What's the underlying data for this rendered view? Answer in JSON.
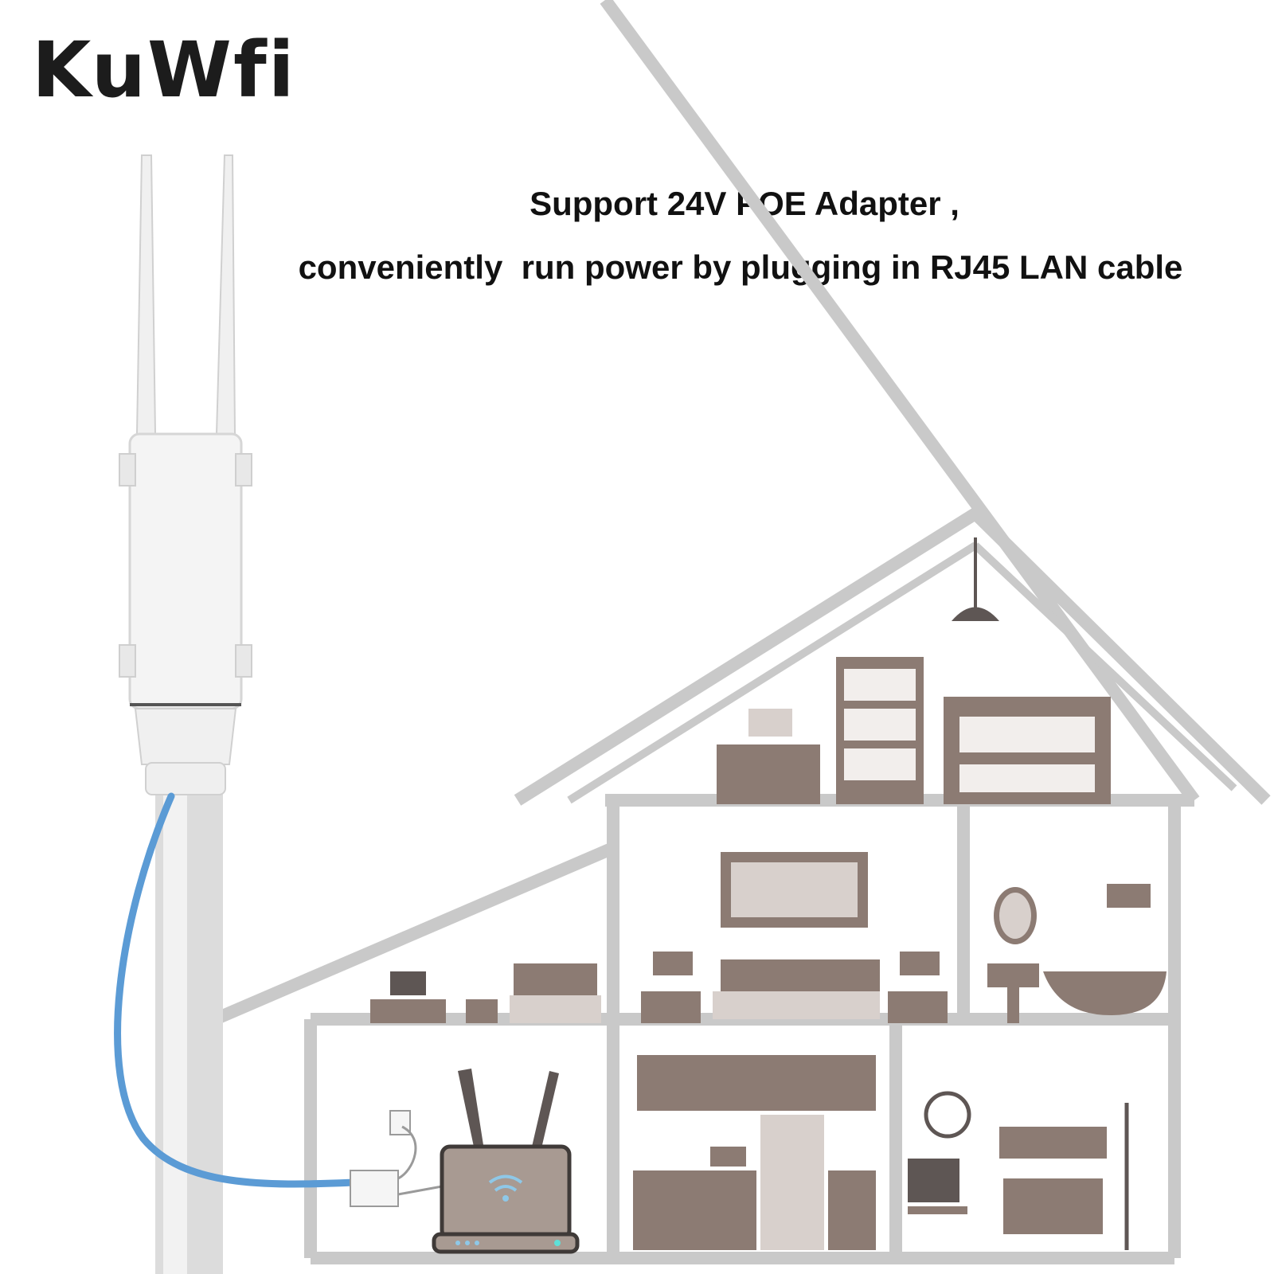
{
  "brand": {
    "logo_text": "KuWfi"
  },
  "caption": {
    "line1": "Support 24V POE Adapter ,",
    "line2": "conveniently  run power by plugging in RJ45 LAN cable"
  },
  "icons": {
    "device": "outdoor-access-point-icon",
    "router": "wifi-router-icon",
    "poe": "poe-injector-icon",
    "house": "house-cutaway-illustration"
  },
  "colors": {
    "cable": "#5b9bd5",
    "furniture": "#8c7b73",
    "walls": "#c9c9c9",
    "pole": "#d9d9d9"
  }
}
